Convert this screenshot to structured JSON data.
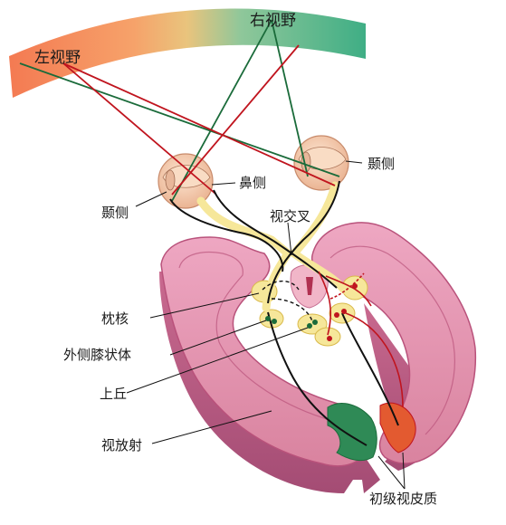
{
  "fields": {
    "left": "左视野",
    "right": "右视野"
  },
  "labels": {
    "temporal_right": "颞侧",
    "nasal": "鼻侧",
    "temporal_left": "颞侧",
    "chiasm": "视交叉",
    "pulvinar": "枕核",
    "lgn": "外侧膝状体",
    "superior_colliculus": "上丘",
    "optic_radiation": "视放射",
    "primary_visual_cortex": "初级视皮质"
  },
  "colors": {
    "left_pathway": "#c0141e",
    "right_pathway": "#1a6b3a",
    "brain_fill": "#e79bb7",
    "brain_edge": "#b9527b",
    "arc_left": "#f47a52",
    "arc_right": "#3fae85",
    "eye_fill": "#f4cdb0",
    "nucleus_fill": "#f6e79a"
  }
}
